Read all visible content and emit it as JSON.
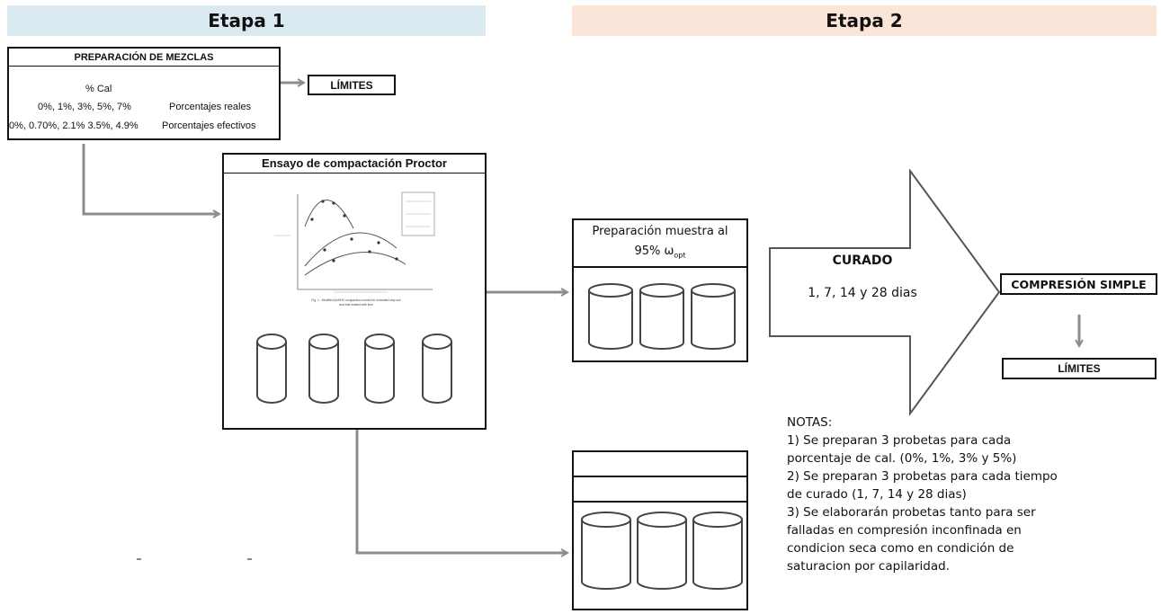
{
  "stages": {
    "stage1": "Etapa 1",
    "stage2": "Etapa 2"
  },
  "mix_prep": {
    "title": "PREPARACIÓN DE MEZCLAS",
    "lime_label": "% Cal",
    "real_values": "0%, 1%, 3%, 5%, 7%",
    "real_label": "Porcentajes reales",
    "effective_values": "0%, 0.70%, 2.1% 3.5%, 4.9%",
    "effective_label": "Porcentajes efectivos"
  },
  "limits_top": "LÍMITES",
  "proctor": {
    "title": "Ensayo de compactación Proctor",
    "figure_caption_line1": "Fig. 1 : Modified AASHO compaction curves for untreated clay soil",
    "figure_caption_line2": "and that treated with lime"
  },
  "sample_prep": {
    "title_line1": "Preparación muestra al",
    "title_prefix": "95% ω",
    "title_subscript": "opt"
  },
  "curing": {
    "title": "CURADO",
    "days": "1, 7, 14 y 28 dias"
  },
  "compression": "COMPRESIÓN SIMPLE",
  "limits_right": "LÍMITES",
  "notes": {
    "heading": "NOTAS:",
    "lines": [
      "1) Se preparan 3 probetas para cada",
      "porcentaje de cal. (0%, 1%, 3% y 5%)",
      "2) Se preparan 3 probetas para cada tiempo",
      "de curado (1, 7, 14 y 28 dias)",
      "3) Se elaborarán probetas tanto para ser",
      "falladas en compresión inconfinada en",
      "condicion seca como en condición de",
      "saturacion por capilaridad."
    ]
  },
  "colors": {
    "stage1_banner": "#dbe9f1",
    "stage2_banner": "#fbe5d8",
    "connector": "#8c8c8c"
  }
}
